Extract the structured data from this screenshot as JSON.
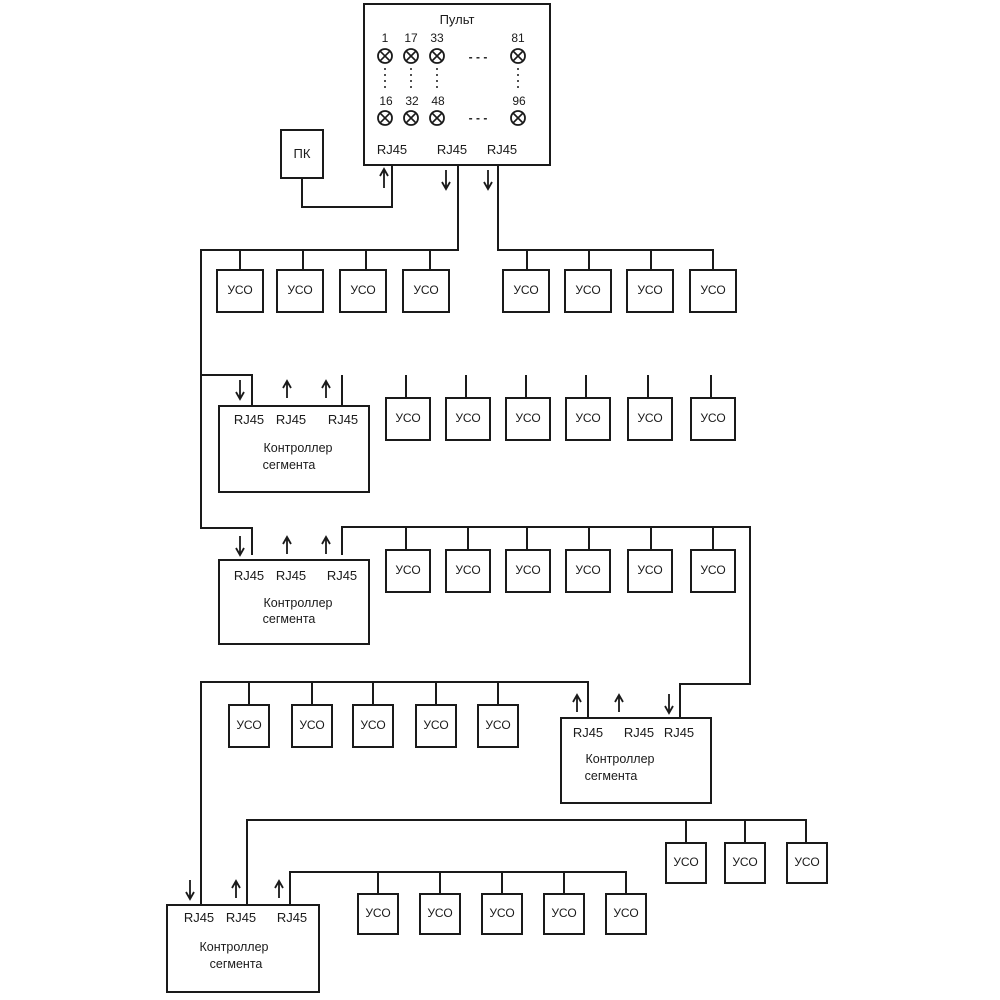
{
  "console": {
    "title": "Пульт",
    "lamp_top_labels": [
      "1",
      "17",
      "33",
      "81"
    ],
    "lamp_bottom_labels": [
      "16",
      "32",
      "48",
      "96"
    ],
    "ellipsis": "- - -",
    "ports": [
      "RJ45",
      "RJ45",
      "RJ45"
    ]
  },
  "pc": {
    "label": "ПК"
  },
  "uso_label": "УСО",
  "rj45_label": "RJ45",
  "controller": {
    "line1": "Контроллер",
    "line2": "сегмента"
  }
}
